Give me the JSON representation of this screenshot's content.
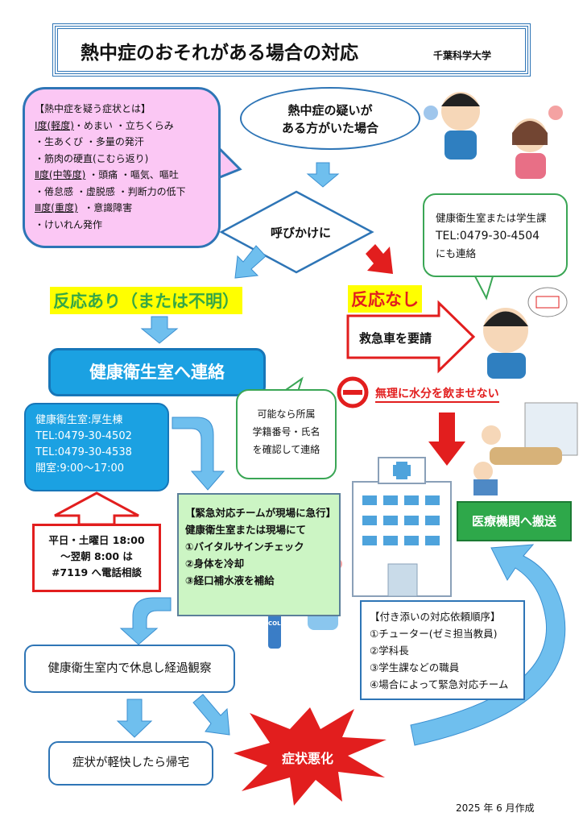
{
  "header": {
    "title": "熱中症のおそれがある場合の対応",
    "university": "千葉科学大学"
  },
  "symptoms": {
    "heading": "【熱中症を疑う症状とは】",
    "lines": [
      {
        "grade": "Ⅰ度(軽度)",
        "text": "・めまい ・立ちくらみ"
      },
      {
        "grade": "",
        "text": "・生あくび ・多量の発汗"
      },
      {
        "grade": "",
        "text": "・筋肉の硬直(こむら返り)"
      },
      {
        "grade": "Ⅱ度(中等度)",
        "text": " ・頭痛 ・嘔気、嘔吐"
      },
      {
        "grade": "",
        "text": "・倦怠感 ・虚脱感 ・判断力の低下"
      },
      {
        "grade": "Ⅲ度(重度)",
        "text": "  ・意識障害"
      },
      {
        "grade": "",
        "text": "・けいれん発作"
      }
    ]
  },
  "start": {
    "line1": "熱中症の疑いが",
    "line2": "ある方がいた場合"
  },
  "decision": "呼びかけに",
  "contact_bubble": {
    "line1": "健康衛生室または学生課",
    "line2": "TEL:0479-30-4504",
    "line3": "にも連絡"
  },
  "response_yes": "反応あり（または不明）",
  "response_no": "反応なし",
  "ambulance": "救急車を要請",
  "warning": "無理に水分を飲ませない",
  "contact_health": "健康衛生室へ連絡",
  "health_info": {
    "line1": "健康衛生室:厚生棟",
    "line2": "TEL:0479-30-4502",
    "line3": "TEL:0479-30-4538",
    "line4": "開室:9:00～17:00"
  },
  "confirm_bubble": {
    "line1": "可能なら所属",
    "line2": "学籍番号・氏名",
    "line3": "を確認して連絡"
  },
  "after_hours": {
    "line1": "平日・土曜日 18:00",
    "line2": "～翌朝 8:00 は",
    "line3": "#7119 へ電話相談"
  },
  "team": {
    "heading": "【緊急対応チームが現場に急行】",
    "line1": "健康衛生室または現場にて",
    "step1": "①バイタルサインチェック",
    "step2": "②身体を冷却",
    "step3": "③経口補水液を補給"
  },
  "bottle_label": "COLD",
  "transport": "医療機関へ搬送",
  "order": {
    "heading": "【付き添いの対応依頼順序】",
    "items": [
      "①チューター(ゼミ担当教員)",
      "②学科長",
      "③学生課などの職員",
      "④場合によって緊急対応チーム"
    ]
  },
  "rest": "健康衛生室内で休息し経過観察",
  "home": "症状が軽快したら帰宅",
  "worse": "症状悪化",
  "footer": "2025 年 6 月作成",
  "colors": {
    "blue": "#1ba1e2",
    "arrow": "#6fbfee",
    "red": "#e21e1e",
    "green": "#2ea84a",
    "pink": "#fbc7f4",
    "yellow": "#ffff00"
  }
}
